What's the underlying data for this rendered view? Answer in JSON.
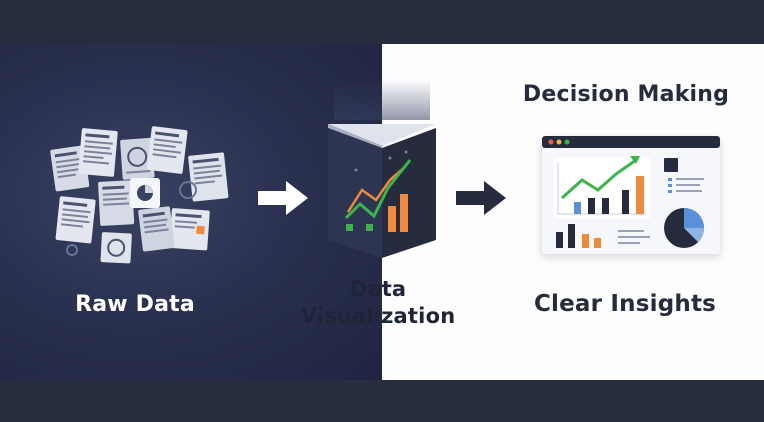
{
  "labels": {
    "raw_data": "Raw Data",
    "viz_line1": "Data",
    "viz_line2": "Visualization",
    "decision_making": "Decision Making",
    "clear_insights": "Clear Insights"
  },
  "colors": {
    "dark_navy": "#262b3d",
    "accent_green": "#3bb54a",
    "accent_orange": "#ef8a3a",
    "accent_blue": "#5b8fd9",
    "paper": "#e9ecf3"
  },
  "icons": {
    "stage1": "scattered-documents-icon",
    "arrow1": "right-arrow-icon",
    "stage2": "chart-box-icon",
    "arrow2": "right-arrow-icon",
    "stage3": "dashboard-icon"
  }
}
